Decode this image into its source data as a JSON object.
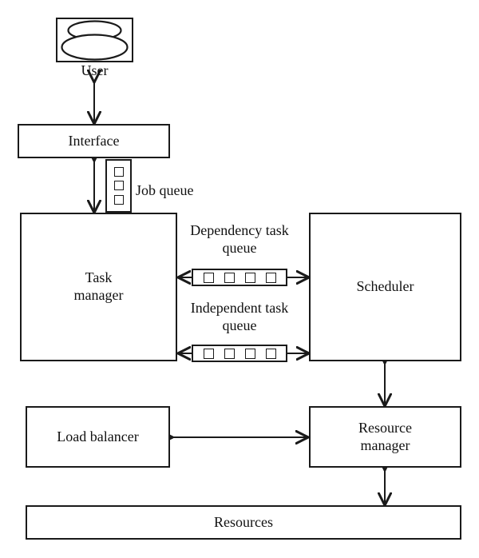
{
  "diagram": {
    "title": "Task scheduling system architecture",
    "background_color": "#ffffff",
    "line_color": "#1a1a1a",
    "nodes": [
      {
        "id": "user",
        "label": "User",
        "icon": "user-ellipses-icon"
      },
      {
        "id": "interface",
        "label": "Interface"
      },
      {
        "id": "task_manager",
        "label": "Task\nmanager"
      },
      {
        "id": "scheduler",
        "label": "Scheduler"
      },
      {
        "id": "load_balancer",
        "label": "Load balancer"
      },
      {
        "id": "resource_manager",
        "label": "Resource\nmanager"
      },
      {
        "id": "resources",
        "label": "Resources"
      }
    ],
    "queues": [
      {
        "id": "job_queue",
        "label": "Job queue",
        "orientation": "vertical",
        "cells": 3
      },
      {
        "id": "dependency_task_queue",
        "label": "Dependency task\nqueue",
        "orientation": "horizontal",
        "cells": 4
      },
      {
        "id": "independent_task_queue",
        "label": "Independent task\nqueue",
        "orientation": "horizontal",
        "cells": 4
      }
    ],
    "edges": [
      {
        "from": "user",
        "to": "interface",
        "arrow": "double",
        "direction": "vertical"
      },
      {
        "from": "interface",
        "to": "task_manager",
        "arrow": "double",
        "direction": "vertical"
      },
      {
        "from": "task_manager",
        "to": "scheduler",
        "arrow": "double",
        "direction": "horizontal",
        "via": "dependency_task_queue"
      },
      {
        "from": "task_manager",
        "to": "scheduler",
        "arrow": "double",
        "direction": "horizontal",
        "via": "independent_task_queue"
      },
      {
        "from": "scheduler",
        "to": "resource_manager",
        "arrow": "double",
        "direction": "vertical"
      },
      {
        "from": "load_balancer",
        "to": "resource_manager",
        "arrow": "double",
        "direction": "horizontal"
      },
      {
        "from": "resource_manager",
        "to": "resources",
        "arrow": "double",
        "direction": "vertical"
      }
    ]
  }
}
